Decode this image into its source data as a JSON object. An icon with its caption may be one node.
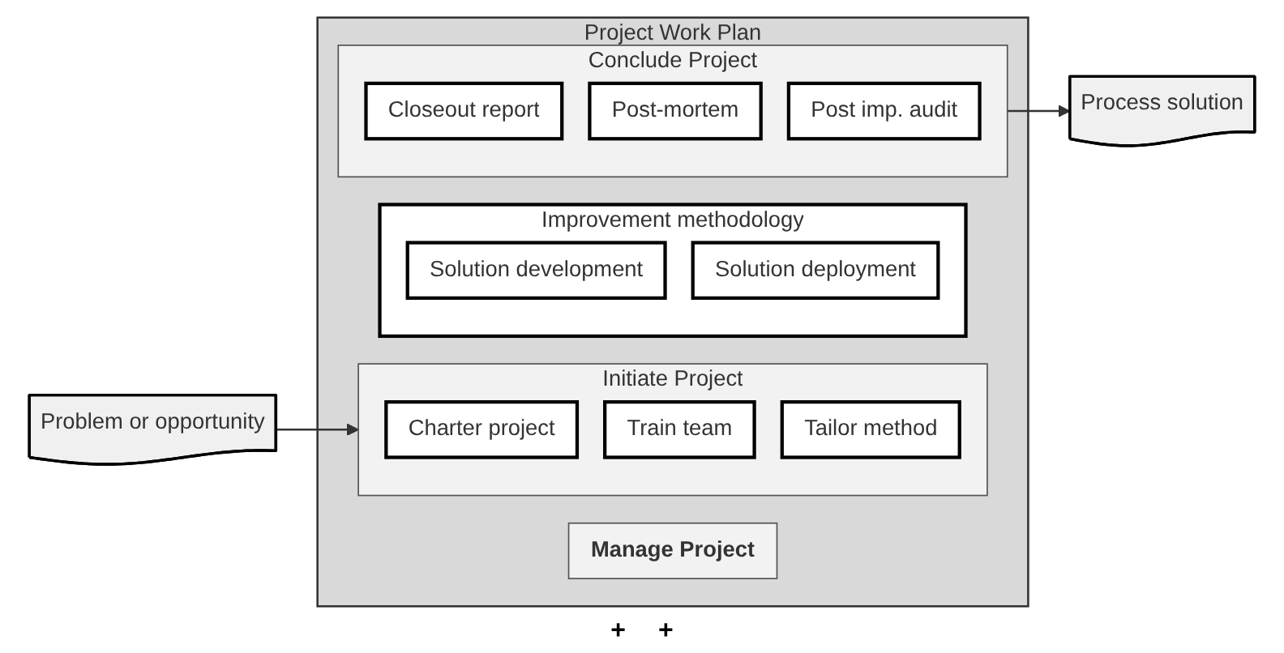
{
  "diagram": {
    "nodes": [
      {
        "text": [
          "Problem or opportunity"
        ]
      },
      {
        "text": [
          "Project Work Plan"
        ]
      },
      {
        "text": [
          "Initiate Project"
        ],
        "in": 1
      },
      {
        "text": [
          "Charter project"
        ],
        "in": 2
      },
      {
        "text": [
          "Train team"
        ],
        "in": 2
      },
      {
        "text": [
          "Tailor method"
        ],
        "in": 2
      },
      {
        "text": [
          "Manage Project"
        ],
        "in": 1
      },
      {
        "text": [
          "Improvement methodology"
        ],
        "in": 1
      },
      {
        "text": [
          "Solution development"
        ],
        "in": 7
      },
      {
        "text": [
          "Solution deployment"
        ],
        "in": 7
      },
      {
        "text": [
          "Conclude Project"
        ],
        "in": 1
      },
      {
        "text": [
          "Closeout report"
        ],
        "in": 10
      },
      {
        "text": [
          "Post-mortem"
        ],
        "in": 10
      },
      {
        "text": [
          "Post imp. audit"
        ],
        "in": 10
      },
      {
        "text": [
          "Process solution"
        ]
      }
    ],
    "edges": [
      {
        "from": 0,
        "to": 2,
        "arrow": "to"
      },
      {
        "from": 10,
        "to": 14,
        "arrow": "to"
      }
    ],
    "labels": [
      "+",
      "+"
    ]
  }
}
